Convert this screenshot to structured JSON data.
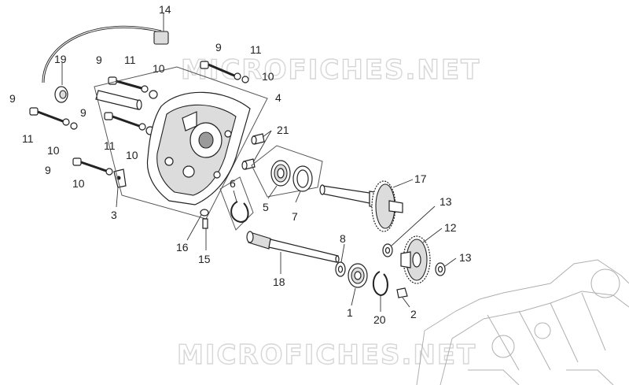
{
  "watermark": {
    "top": "MICROFICHES.NET",
    "bottom": "MICROFICHES.NET"
  },
  "callouts": [
    "14",
    "9",
    "11",
    "10",
    "19",
    "9",
    "11",
    "10",
    "4",
    "9",
    "9",
    "11",
    "10",
    "11",
    "10",
    "21",
    "9",
    "10",
    "3",
    "6",
    "5",
    "7",
    "17",
    "16",
    "15",
    "8",
    "13",
    "12",
    "13",
    "18",
    "1",
    "20",
    "2"
  ],
  "colors": {
    "line": "#222222",
    "watermark_stroke": "#d6d6d6",
    "ghost_casing": "#b0b0b0"
  }
}
